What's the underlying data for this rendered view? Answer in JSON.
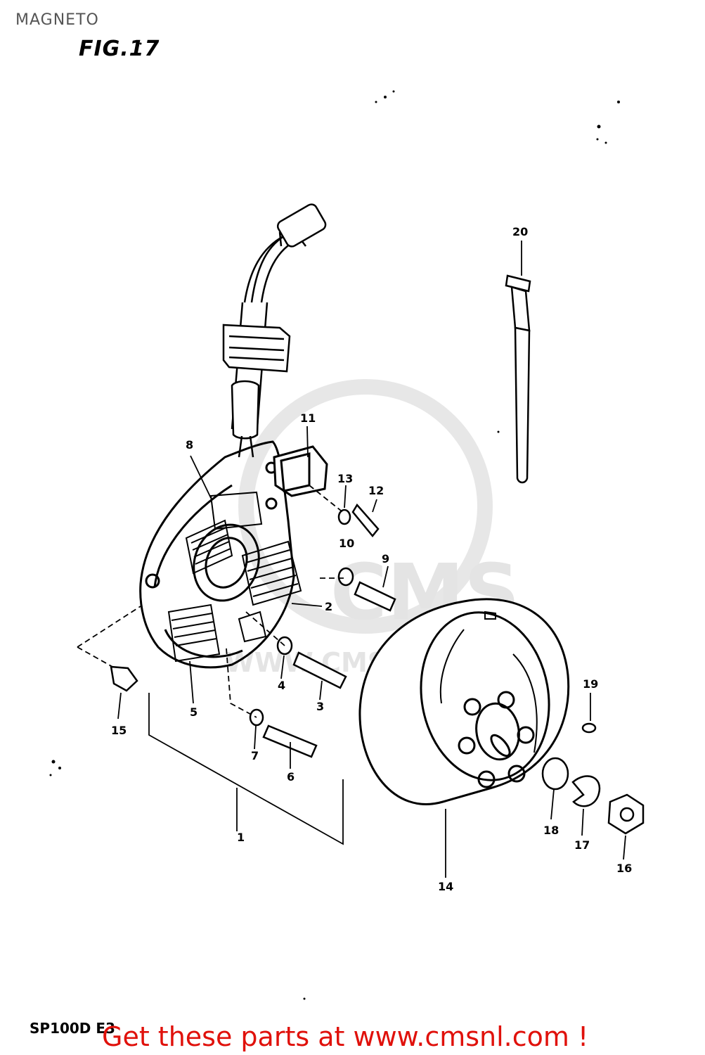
{
  "header": {
    "title": "MAGNETO"
  },
  "figure": {
    "label": "FIG.17",
    "model_code": "SP100D E3"
  },
  "watermark": {
    "brand": "CMS",
    "site": "WWW.CMSNL.COM"
  },
  "callouts": [
    "1",
    "2",
    "3",
    "4",
    "5",
    "6",
    "7",
    "8",
    "9",
    "10",
    "11",
    "12",
    "13",
    "14",
    "15",
    "16",
    "17",
    "18",
    "19",
    "20"
  ],
  "footer": {
    "cta": "Get these parts at www.cmsnl.com !"
  },
  "colors": {
    "link": "#e0110b",
    "line": "#000000",
    "watermark": "#d9d9d9"
  }
}
